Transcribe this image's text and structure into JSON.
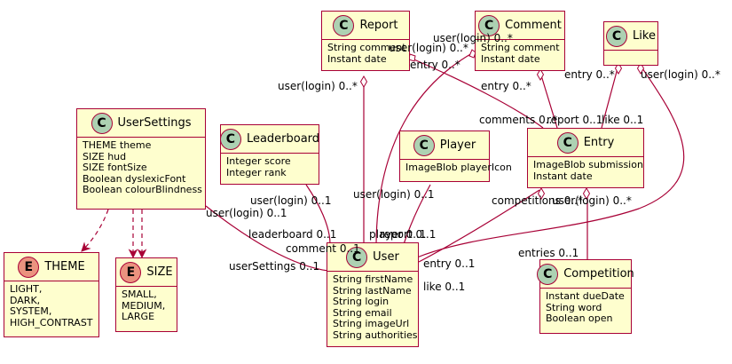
{
  "classes": {
    "report": {
      "name": "Report",
      "kind": "C",
      "fields": [
        "String comment",
        "Instant date"
      ]
    },
    "comment": {
      "name": "Comment",
      "kind": "C",
      "fields": [
        "String comment",
        "Instant date"
      ]
    },
    "like": {
      "name": "Like",
      "kind": "C",
      "fields": []
    },
    "usersettings": {
      "name": "UserSettings",
      "kind": "C",
      "fields": [
        "THEME theme",
        "SIZE hud",
        "SIZE fontSize",
        "Boolean dyslexicFont",
        "Boolean colourBlindness"
      ]
    },
    "leaderboard": {
      "name": "Leaderboard",
      "kind": "C",
      "fields": [
        "Integer score",
        "Integer rank"
      ]
    },
    "player": {
      "name": "Player",
      "kind": "C",
      "fields": [
        "ImageBlob playerIcon"
      ]
    },
    "entry": {
      "name": "Entry",
      "kind": "C",
      "fields": [
        "ImageBlob submission",
        "Instant date"
      ]
    },
    "theme": {
      "name": "THEME",
      "kind": "E",
      "fields": [
        "LIGHT,",
        "DARK,",
        "SYSTEM,",
        "HIGH_CONTRAST"
      ]
    },
    "size": {
      "name": "SIZE",
      "kind": "E",
      "fields": [
        "SMALL,",
        "MEDIUM,",
        "LARGE"
      ]
    },
    "user": {
      "name": "User",
      "kind": "C",
      "fields": [
        "String firstName",
        "String lastName",
        "String login",
        "String email",
        "String imageUrl",
        "String authorities"
      ]
    },
    "competition": {
      "name": "Competition",
      "kind": "C",
      "fields": [
        "Instant dueDate",
        "String word",
        "Boolean open"
      ]
    }
  },
  "labels": {
    "report_user_top": "user(login) 0..*",
    "report_user": "user(login) 0..*",
    "comment_user": "user(login) 0..*",
    "report_entry": "entry 0..*",
    "comment_entry": "entry 0..*",
    "like_entry": "entry 0..*",
    "like_user": "user(login) 0..*",
    "entry_comments": "comments 0..*",
    "entry_report": "report 0..1",
    "entry_like": "like 0..1",
    "leaderboard_user": "user(login) 0..1",
    "usersettings_user": "user(login) 0..1",
    "player_user": "user(login) 0..1",
    "entry_competitions": "competitions 0..*",
    "entry_user": "user(login) 0..*",
    "user_leaderboard": "leaderboard 0..1",
    "user_comment": "comment 0..1",
    "user_usersettings": "userSettings 0..1",
    "user_player": "player 0..1",
    "user_report": "report 0..1",
    "user_entry": "entry 0..1",
    "user_like": "like 0..1",
    "competition_entries": "entries 0..1"
  },
  "colors": {
    "border": "#A80036",
    "fill": "#FEFECE",
    "class_icon": "#ADD1B2",
    "enum_icon": "#EB937F"
  }
}
